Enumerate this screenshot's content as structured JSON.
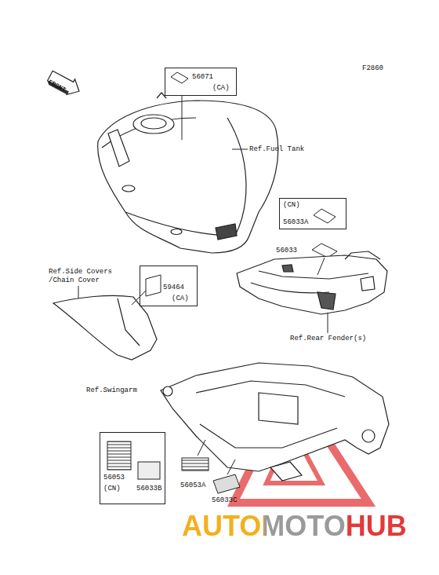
{
  "diagram": {
    "nodes": [
      {
        "text": [
          "56071",
          "(CA)"
        ]
      },
      {
        "text": [
          "(CN)",
          "56033A"
        ]
      },
      {
        "text": [
          "59464",
          "(CA)"
        ]
      },
      {
        "text": [
          "56053",
          "(CN)",
          "56033B"
        ]
      }
    ],
    "labels": [
      "F2860",
      "FRONT",
      "Ref.Fuel Tank",
      "56033",
      "Ref.Side Covers /Chain Cover",
      "Ref.Rear Fender(s)",
      "Ref.Swingarm",
      "56053A",
      "56033C",
      "AUTOMOTOHUB"
    ]
  }
}
